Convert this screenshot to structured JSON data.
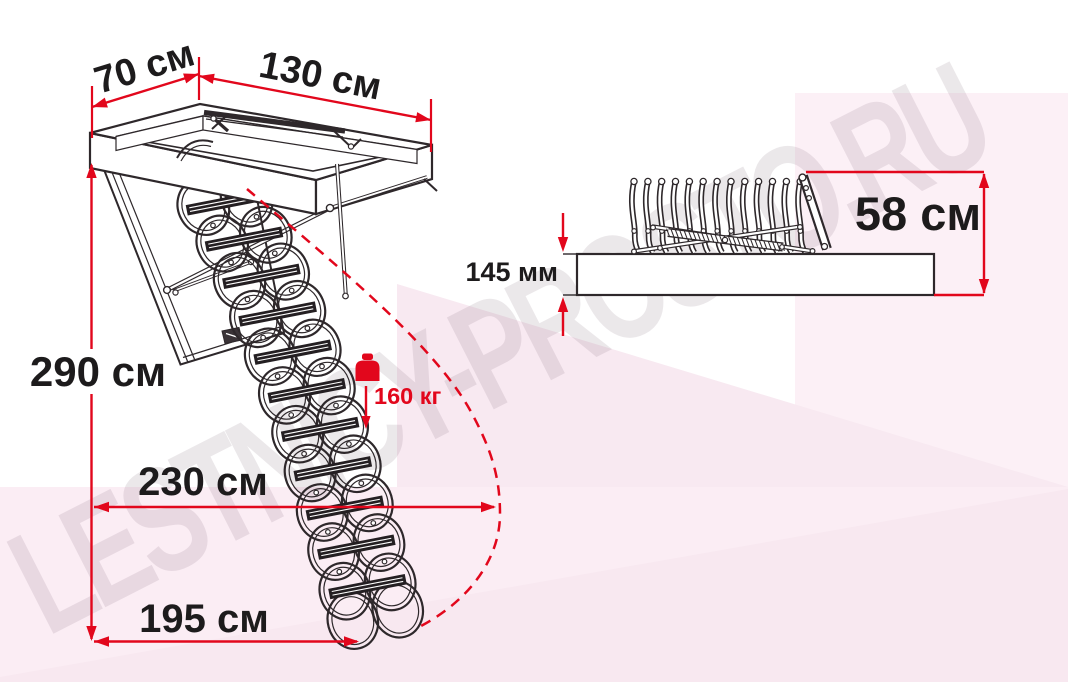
{
  "watermark": {
    "text": "LESTNICY-PROSTO.RU"
  },
  "dims": {
    "w70": "70 см",
    "l130": "130 см",
    "h290": "290 см",
    "s230": "230 см",
    "f195": "195 см",
    "load160": "160 кг",
    "t145": "145 мм",
    "fh58": "58 см"
  },
  "colors": {
    "accent_red": "#e2071c",
    "line_ink": "#2e282b",
    "background_pink": "#f9ebf2",
    "watermark_gray": "#e8e0e6"
  },
  "icons": {
    "load": "weight-kettlebell-icon"
  }
}
